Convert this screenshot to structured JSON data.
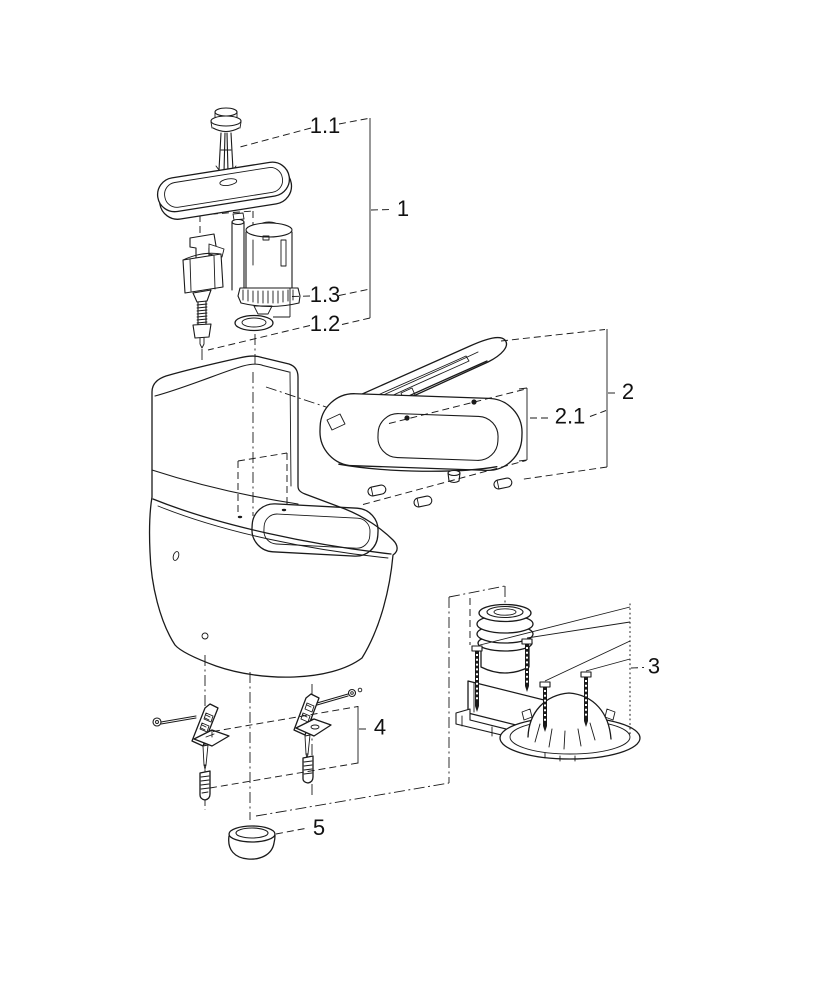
{
  "diagram": {
    "background_color": "#ffffff",
    "line_color": "#1a1a1a",
    "callout_labels": {
      "c1": "1",
      "c1_1": "1.1",
      "c1_2": "1.2",
      "c1_3": "1.3",
      "c2": "2",
      "c2_1": "2.1",
      "c3": "3",
      "c4": "4",
      "c5": "5"
    }
  }
}
